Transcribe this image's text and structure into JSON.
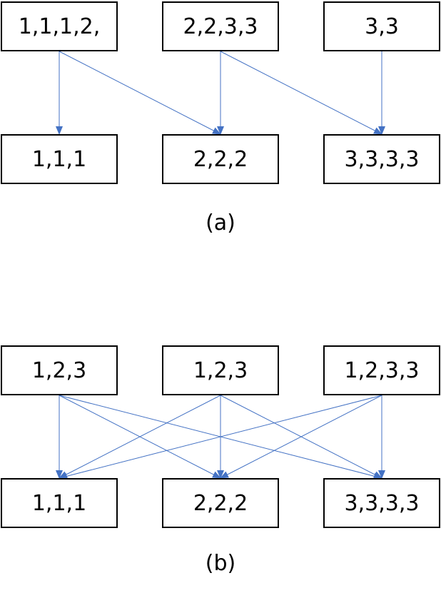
{
  "colors": {
    "arrow": "#4472C4",
    "box_border": "#000000",
    "text": "#000000"
  },
  "diagram_a": {
    "caption": "(a)",
    "sources": [
      "1,1,1,2,",
      "2,2,3,3",
      "3,3"
    ],
    "targets": [
      "1,1,1",
      "2,2,2",
      "3,3,3,3"
    ],
    "edges": [
      [
        0,
        0
      ],
      [
        0,
        1
      ],
      [
        1,
        1
      ],
      [
        1,
        2
      ],
      [
        2,
        2
      ]
    ]
  },
  "diagram_b": {
    "caption": "(b)",
    "sources": [
      "1,2,3",
      "1,2,3",
      "1,2,3,3"
    ],
    "targets": [
      "1,1,1",
      "2,2,2",
      "3,3,3,3"
    ],
    "edges": [
      [
        0,
        0
      ],
      [
        0,
        1
      ],
      [
        0,
        2
      ],
      [
        1,
        0
      ],
      [
        1,
        1
      ],
      [
        1,
        2
      ],
      [
        2,
        0
      ],
      [
        2,
        1
      ],
      [
        2,
        2
      ]
    ]
  }
}
